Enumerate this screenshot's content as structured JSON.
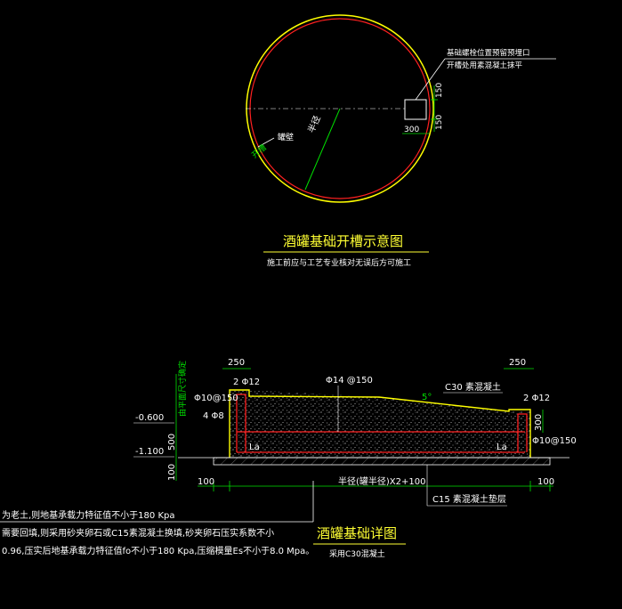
{
  "plan_view": {
    "note_line1": "基础螺栓位置预留预埋口",
    "note_line2": "开槽处用素混凝土抹平",
    "dim_150_top": "150",
    "dim_150_bottom": "150",
    "dim_300": "300",
    "label_radius": "半径",
    "label_wall": "罐壁",
    "label_groove": "开槽",
    "title": "酒罐基础开槽示意图",
    "subtitle": "施工前应与工艺专业核对无误后方可施工"
  },
  "section_view": {
    "dim_250_left": "250",
    "dim_250_right": "250",
    "rebar_2phi12_left": "2 Φ12",
    "rebar_2phi12_right": "2 Φ12",
    "rebar_phi10_left": "Φ10@150",
    "rebar_phi10_right": "Φ10@150",
    "rebar_4phi8": "4 Φ8",
    "rebar_phi14": "Φ14 @150",
    "concrete_label": "C30 素混凝土",
    "slope_label": "5°",
    "vertical_note": "由平面尺寸确定",
    "elev_top": "-0.600",
    "elev_bottom": "-1.100",
    "dim_500": "500",
    "dim_100_side": "100",
    "dim_300_right": "300",
    "la_left": "La",
    "la_right": "La",
    "dim_100_left": "100",
    "dim_100_right": "100",
    "span_label": "半径(罐半径)X2+100",
    "cushion_label": "C15 素混凝土垫层",
    "title": "酒罐基础详图",
    "subtitle": "采用C30混凝土"
  },
  "notes": {
    "line1": "为老土,则地基承载力特征值不小于180 Kpa",
    "line2": "需要回填,则采用砂夹卵石或C15素混凝土换填,砂夹卵石压实系数不小",
    "line3": "0.96,压实后地基承载力特征值fo不小于180 Kpa,压缩模量Es不小于8.0 Mpa。"
  },
  "colors": {
    "background": "#000000",
    "outline_yellow": "#ffff00",
    "rebar_red": "#ff2020",
    "dim_green": "#00e000",
    "text_white": "#ffffff",
    "title_yellow": "#ffff33"
  }
}
